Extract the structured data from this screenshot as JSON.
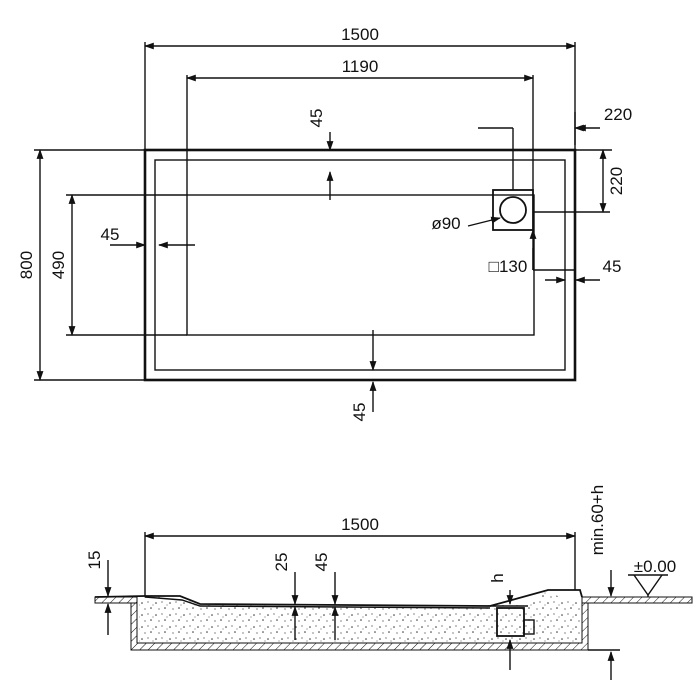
{
  "plan_view": {
    "dimensions": {
      "overall_length": "1500",
      "inner_length": "1190",
      "overall_width": "800",
      "inner_width": "490",
      "top_border": "45",
      "left_border": "45",
      "bottom_border": "45",
      "right_border": "45",
      "drain_offset_x": "220",
      "drain_offset_y": "220",
      "drain_diameter": "ø90",
      "drain_square": "□130"
    }
  },
  "section_view": {
    "dimensions": {
      "overall_length": "1500",
      "tray_thickness": "15",
      "slope_a": "25",
      "slope_b": "45",
      "drain_height": "h",
      "min_height": "min.60+h",
      "floor_level": "±0.00"
    }
  },
  "colors": {
    "line": "#111111",
    "background": "#ffffff"
  }
}
